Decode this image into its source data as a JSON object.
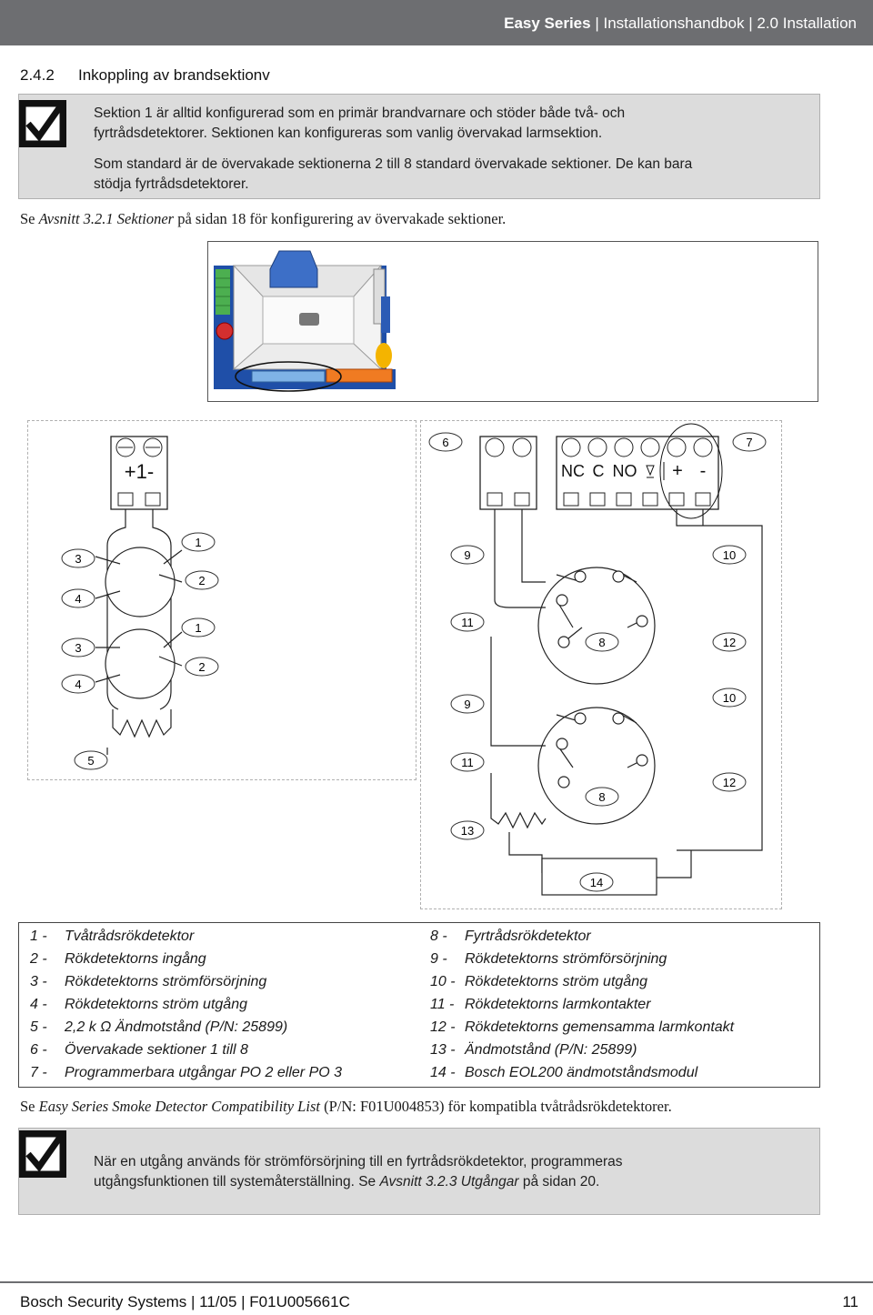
{
  "header": {
    "brand": "Easy Series",
    "separator": " | ",
    "doc": "Installationshandbok",
    "chapter": "2.0 Installation"
  },
  "section": {
    "number": "2.4.2",
    "title": "Inkoppling av brandsektionv"
  },
  "note1": {
    "line1": "Sektion 1 är alltid konfigurerad som en primär brandvarnare och stöder både två- och",
    "line2": "fyrtrådsdetektorer. Sektionen kan konfigureras som vanlig övervakad larmsektion.",
    "line3": "Som standard är de övervakade sektionerna 2 till 8 standard övervakade sektioner. De kan bara",
    "line4": "stödja fyrtrådsdetektorer."
  },
  "ref1": {
    "pre": "Se ",
    "link": "Avsnitt 3.2.1 Sektioner",
    "post": " på sidan 18 för konfigurering av övervakade sektioner."
  },
  "diagram": {
    "terminal_left": "+1-",
    "terminal_right_labels": [
      "NC",
      "C",
      "NO",
      "+",
      "-"
    ],
    "callouts": {
      "c1": "1",
      "c2": "2",
      "c3": "3",
      "c4": "4",
      "c5": "5",
      "c6": "6",
      "c7": "7",
      "c8": "8",
      "c9": "9",
      "c10": "10",
      "c11": "11",
      "c12": "12",
      "c13": "13",
      "c14": "14"
    }
  },
  "legend": {
    "left": [
      {
        "n": "1 -",
        "t": "Tvåtrådsrökdetektor"
      },
      {
        "n": "2 -",
        "t": "Rökdetektorns ingång"
      },
      {
        "n": "3 -",
        "t": "Rökdetektorns strömförsörjning"
      },
      {
        "n": "4 -",
        "t": "Rökdetektorns ström utgång"
      },
      {
        "n": "5 -",
        "t": "2,2 k Ω Ändmotstånd (P/N: 25899)"
      },
      {
        "n": "6 -",
        "t": "Övervakade sektioner 1 till 8"
      },
      {
        "n": "7 -",
        "t": "Programmerbara utgångar PO 2 eller PO 3"
      }
    ],
    "right": [
      {
        "n": "8 -",
        "t": "Fyrtrådsrökdetektor"
      },
      {
        "n": "9 -",
        "t": "Rökdetektorns strömförsörjning"
      },
      {
        "n": "10 -",
        "t": "Rökdetektorns ström utgång"
      },
      {
        "n": "11 -",
        "t": "Rökdetektorns larmkontakter"
      },
      {
        "n": "12 -",
        "t": "Rökdetektorns gemensamma larmkontakt"
      },
      {
        "n": "13 -",
        "t": "Ändmotstånd (P/N: 25899)"
      },
      {
        "n": "14 -",
        "t": "Bosch EOL200 ändmotståndsmodul"
      }
    ]
  },
  "ref2": {
    "pre": "Se ",
    "link": "Easy Series Smoke Detector Compatibility List",
    "post": " (P/N: F01U004853) för kompatibla tvåtrådsrökdetektorer."
  },
  "note2": {
    "line1": "När en utgång används för strömförsörjning till en fyrtrådsrökdetektor, programmeras",
    "line2_pre": "utgångsfunktionen till systemåterställning. Se ",
    "line2_link": "Avsnitt 3.2.3 Utgångar",
    "line2_post": " på sidan 20."
  },
  "footer": {
    "left": "Bosch Security Systems | 11/05 | F01U005661C",
    "page": "11"
  }
}
